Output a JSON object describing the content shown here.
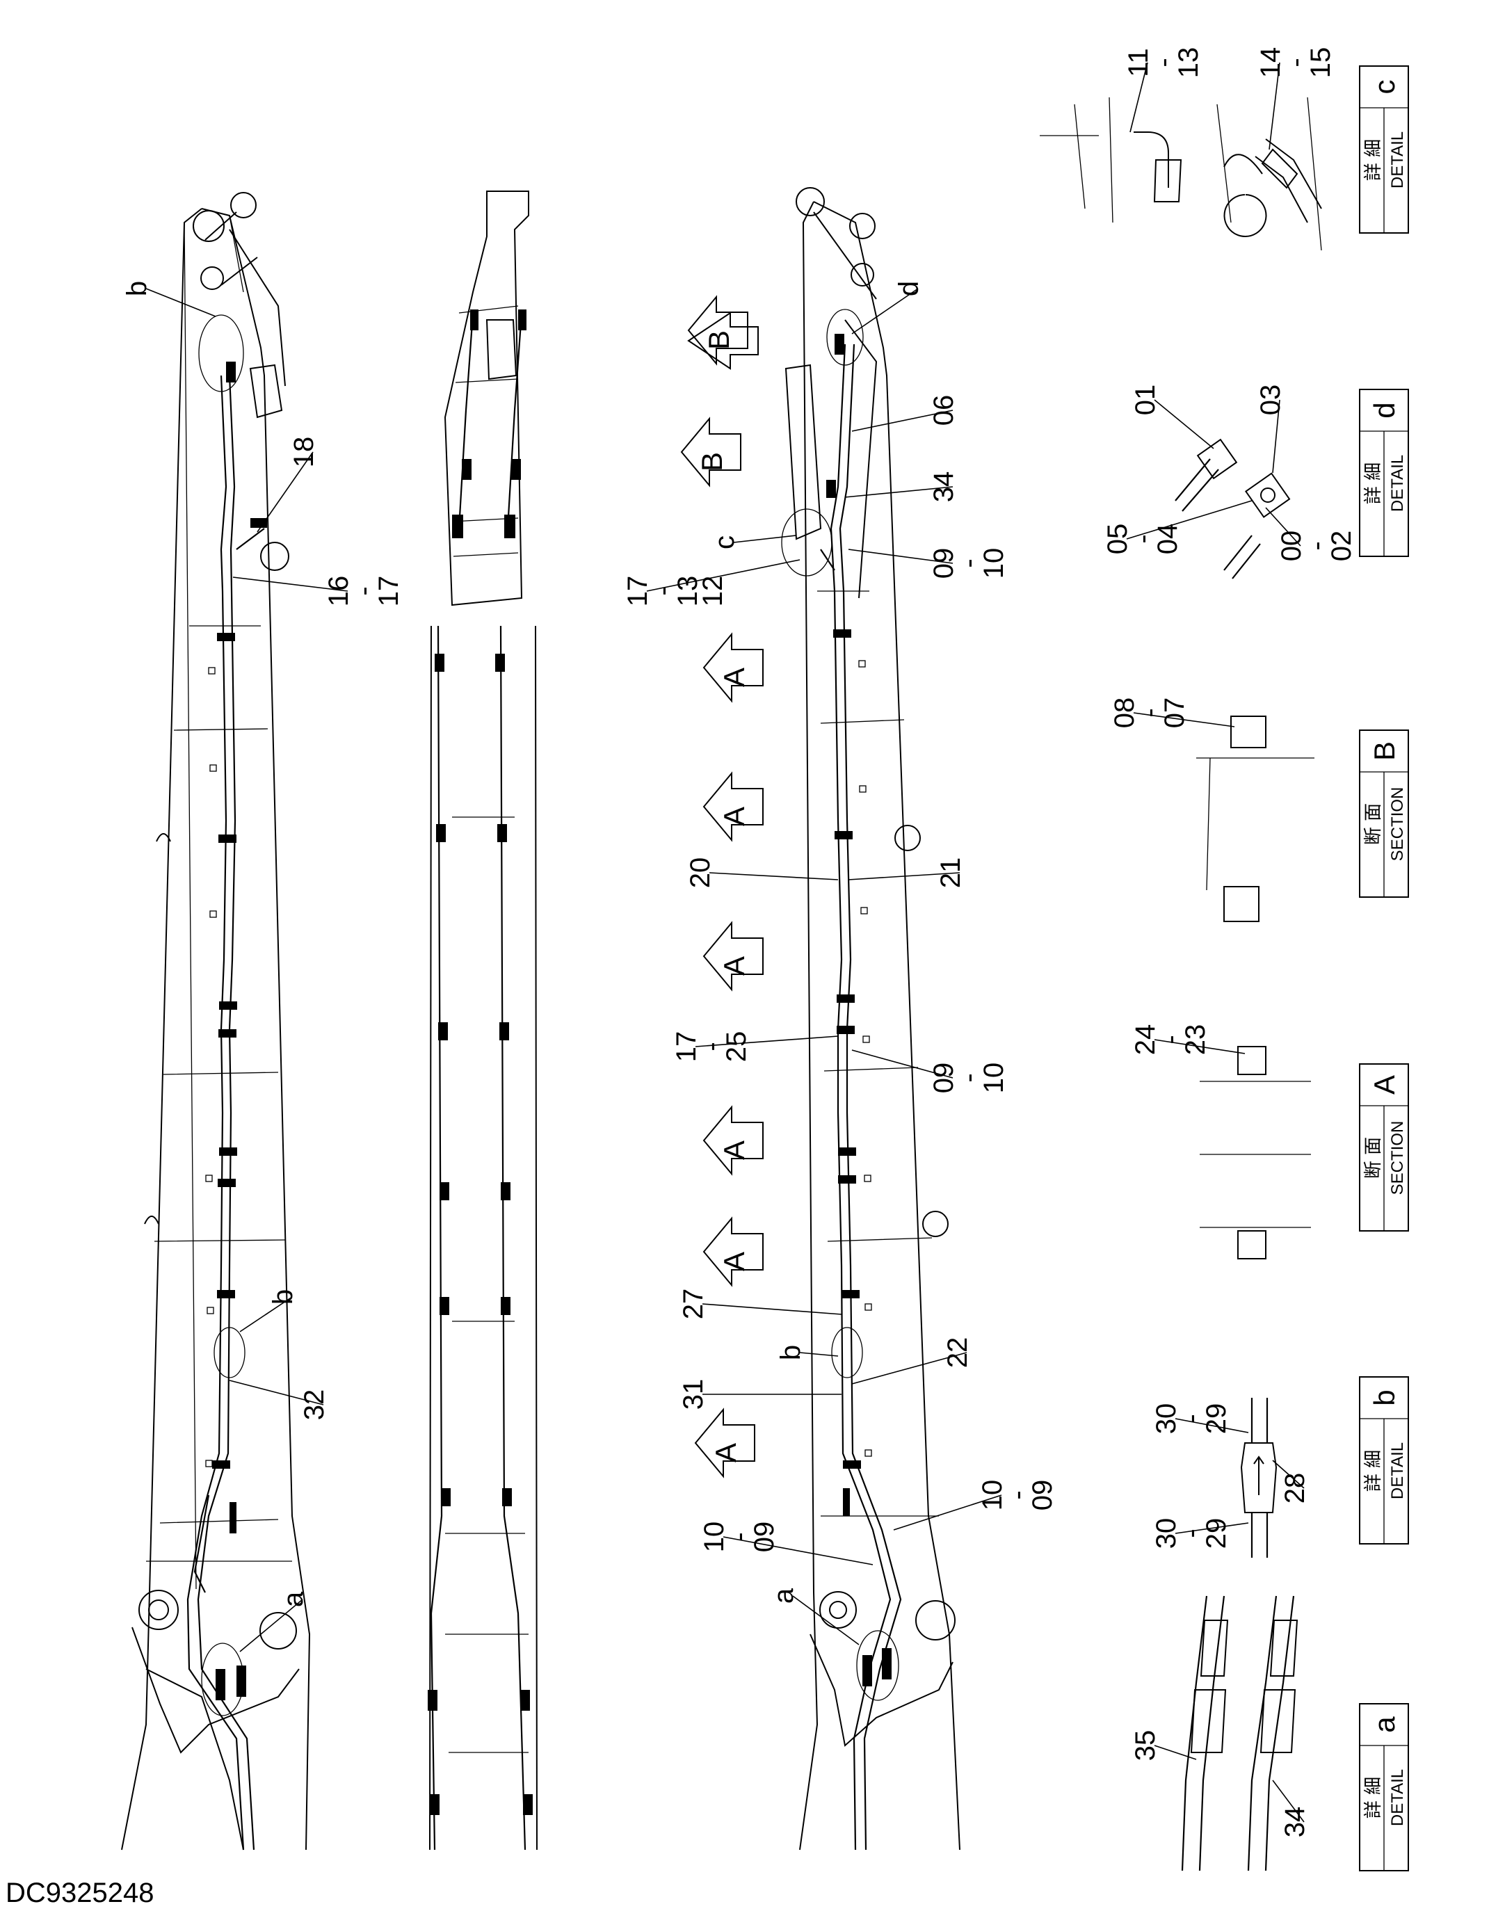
{
  "drawing_code": "DC9325248",
  "details": {
    "a": {
      "jp": "詳 細",
      "en": "DETAIL",
      "letter": "a"
    },
    "b": {
      "jp": "詳 細",
      "en": "DETAIL",
      "letter": "b"
    },
    "c": {
      "jp": "詳 細",
      "en": "DETAIL",
      "letter": "c"
    },
    "d": {
      "jp": "詳 細",
      "en": "DETAIL",
      "letter": "d"
    },
    "secA": {
      "jp": "断 面",
      "en": "SECTION",
      "letter": "A"
    },
    "secB": {
      "jp": "断 面",
      "en": "SECTION",
      "letter": "B"
    }
  },
  "labels": {
    "detail_a_35": "35",
    "detail_a_34": "34",
    "detail_b_30_29_top": "30\n-\n29",
    "detail_b_30_29_bot": "30\n-\n29",
    "detail_b_28": "28",
    "section_a_24_23": "24\n-\n23",
    "section_b_08_07": "08\n-\n07",
    "detail_d_01": "01",
    "detail_d_03": "03",
    "detail_d_05_04": "05\n-\n04",
    "detail_d_00_02": "00\n-\n02",
    "detail_c_11_13": "11\n-\n13",
    "detail_c_14_15": "14\n-\n15",
    "left_b_top": "b",
    "left_18": "18",
    "left_16_17": "16\n-\n17",
    "left_b_mid": "b",
    "left_32": "32",
    "left_a": "a",
    "right_d": "d",
    "right_06": "06",
    "right_34": "34",
    "right_c": "c",
    "right_09_10_top": "09\n-\n10",
    "right_17_13_12": "17\n-\n13\n12",
    "right_20": "20",
    "right_21": "21",
    "right_17_25": "17\n-\n25",
    "right_09_10_mid": "09\n-\n10",
    "right_27": "27",
    "right_b": "b",
    "right_22": "22",
    "right_31": "31",
    "right_10_09_left": "10\n-\n09",
    "right_10_09_right": "10\n-\n09",
    "right_a": "a",
    "view_A": "A",
    "view_B": "B"
  }
}
